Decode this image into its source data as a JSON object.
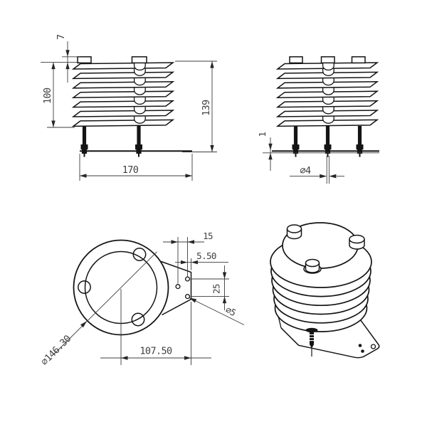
{
  "drawing": {
    "background_color": "#ffffff",
    "line_color": "#141414",
    "views": {
      "front": {
        "dims": {
          "cap_height": "7",
          "shield_height": "100",
          "total_height": "139",
          "base_width": "170"
        }
      },
      "side": {
        "dims": {
          "plate_thickness": "1",
          "leg_diameter": "∅4"
        }
      },
      "bottom": {
        "dims": {
          "hole_inset": "15",
          "hole_edge_offset": "5.50",
          "hole_spacing": "25",
          "small_hole_diameter": "∅5",
          "plate_diameter": "∅146.30",
          "center_to_edge": "107.50"
        }
      }
    }
  }
}
